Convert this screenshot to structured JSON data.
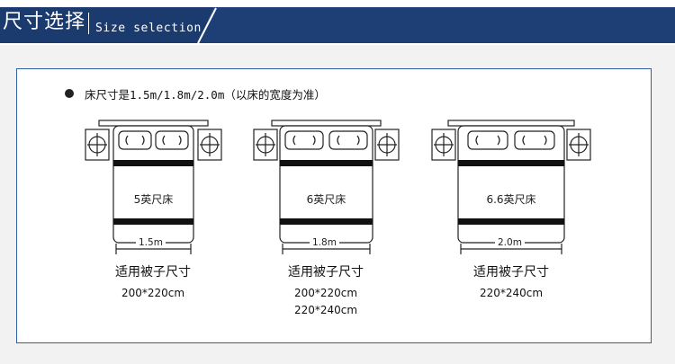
{
  "header": {
    "title_cn": "尺寸选择",
    "title_en": "Size selection",
    "bar_color": "#1b3a6e"
  },
  "note": {
    "text": "床尺寸是1.5m/1.8m/2.0m（以床的宽度为准）"
  },
  "beds": [
    {
      "label": "5英尺床",
      "width": "1.5m",
      "quilt_title": "适用被子尺寸",
      "quilt_sizes": [
        "200*220cm"
      ]
    },
    {
      "label": "6英尺床",
      "width": "1.8m",
      "quilt_title": "适用被子尺寸",
      "quilt_sizes": [
        "200*220cm",
        "220*240cm"
      ]
    },
    {
      "label": "6.6英尺床",
      "width": "2.0m",
      "quilt_title": "适用被子尺寸",
      "quilt_sizes": [
        "220*240cm"
      ]
    }
  ]
}
